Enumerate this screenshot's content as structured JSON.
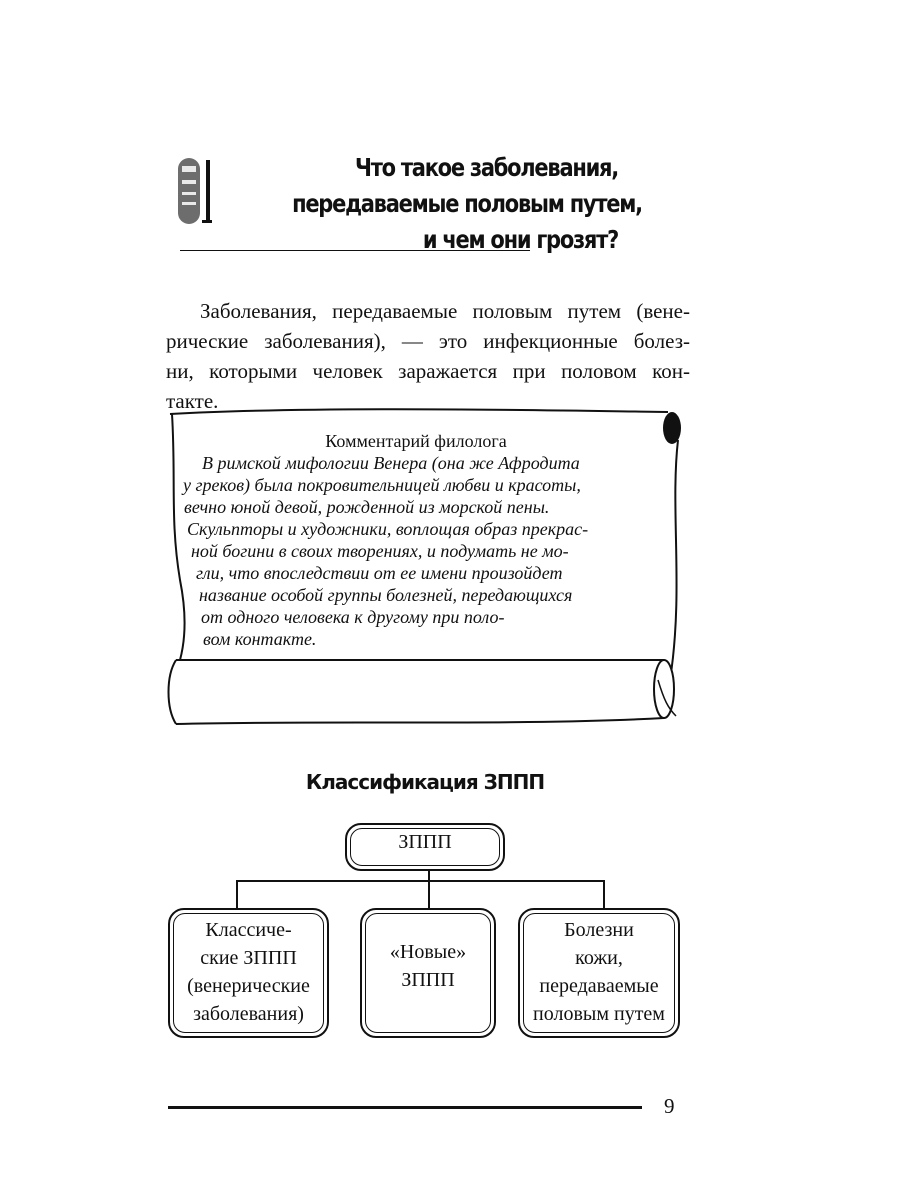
{
  "header": {
    "title_lines": [
      "Что такое заболевания,",
      "передаваемые половым путем,",
      "и чем они грозят?"
    ]
  },
  "intro": {
    "lines": [
      "Заболевания, передаваемые половым путем (вене-",
      "рические заболевания), — это инфекционные болез-",
      "ни, которыми человек заражается при половом кон-",
      "такте."
    ]
  },
  "comment": {
    "title": "Комментарий филолога",
    "lines": [
      "В римской мифологии Венера (она же Афродита",
      "у греков) была покровительницей любви и красоты,",
      "вечно юной девой, рожденной из морской пены.",
      "Скульпторы и художники, воплощая образ прекрас-",
      "ной богини в своих творениях, и подумать не мо-",
      "гли, что впоследствии от ее имени произойдет",
      "название особой группы болезней, передающихся",
      "от одного человека к другому при поло-",
      "вом контакте."
    ]
  },
  "classification": {
    "title": "Классификация ЗППП",
    "root": "ЗППП",
    "children": [
      {
        "lines": [
          "Классиче-",
          "ские ЗППП",
          "(венерические",
          "заболевания)"
        ]
      },
      {
        "lines": [
          "«Новые»",
          "ЗППП"
        ]
      },
      {
        "lines": [
          "Болезни",
          "кожи,",
          "передаваемые",
          "половым путем"
        ]
      }
    ]
  },
  "footer": {
    "page_number": "9"
  }
}
